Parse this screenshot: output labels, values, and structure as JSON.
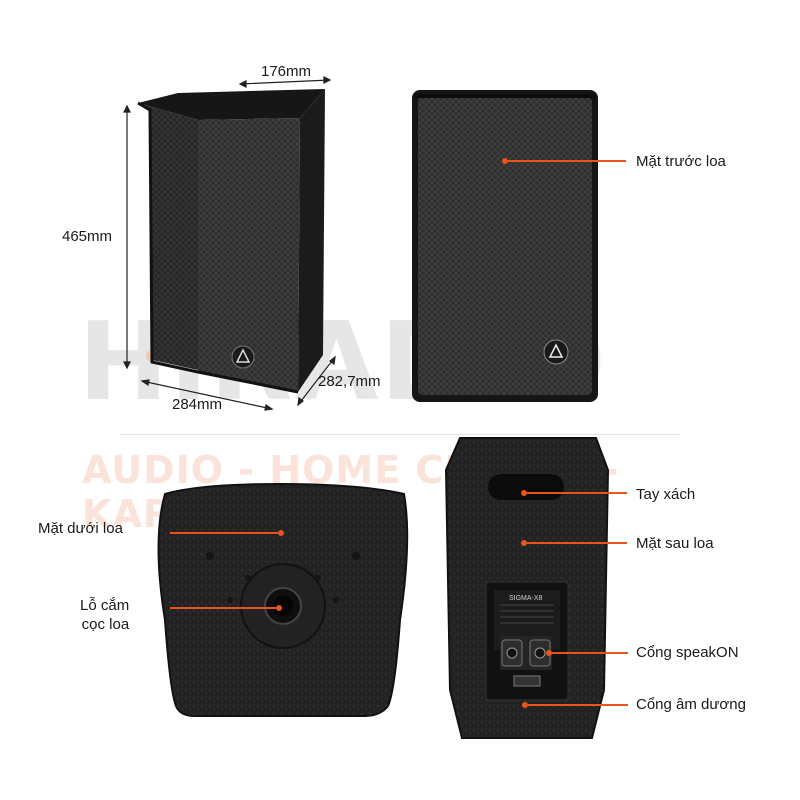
{
  "watermark": {
    "brand": "HiRADIO",
    "tagline": "AUDIO - HOME CINEMA - KARAOKE"
  },
  "dimensions": {
    "depth": "176mm",
    "height": "465mm",
    "width": "284mm",
    "depth_bottom": "282,7mm"
  },
  "callouts": {
    "front": "Mặt trước loa",
    "handle": "Tay xách",
    "back": "Mặt sau loa",
    "speakon": "Cổng speakON",
    "pole_socket_line1": "Lỗ cắm",
    "pole_socket_line2": "cọc loa",
    "bottom": "Mặt dưới loa",
    "input_port": "Cổng âm dương"
  },
  "panel": {
    "model": "SIGMA-X8"
  },
  "colors": {
    "accent": "#e8541c",
    "cabinet": "#1e1e1e",
    "grille": "#2b2b2b"
  }
}
